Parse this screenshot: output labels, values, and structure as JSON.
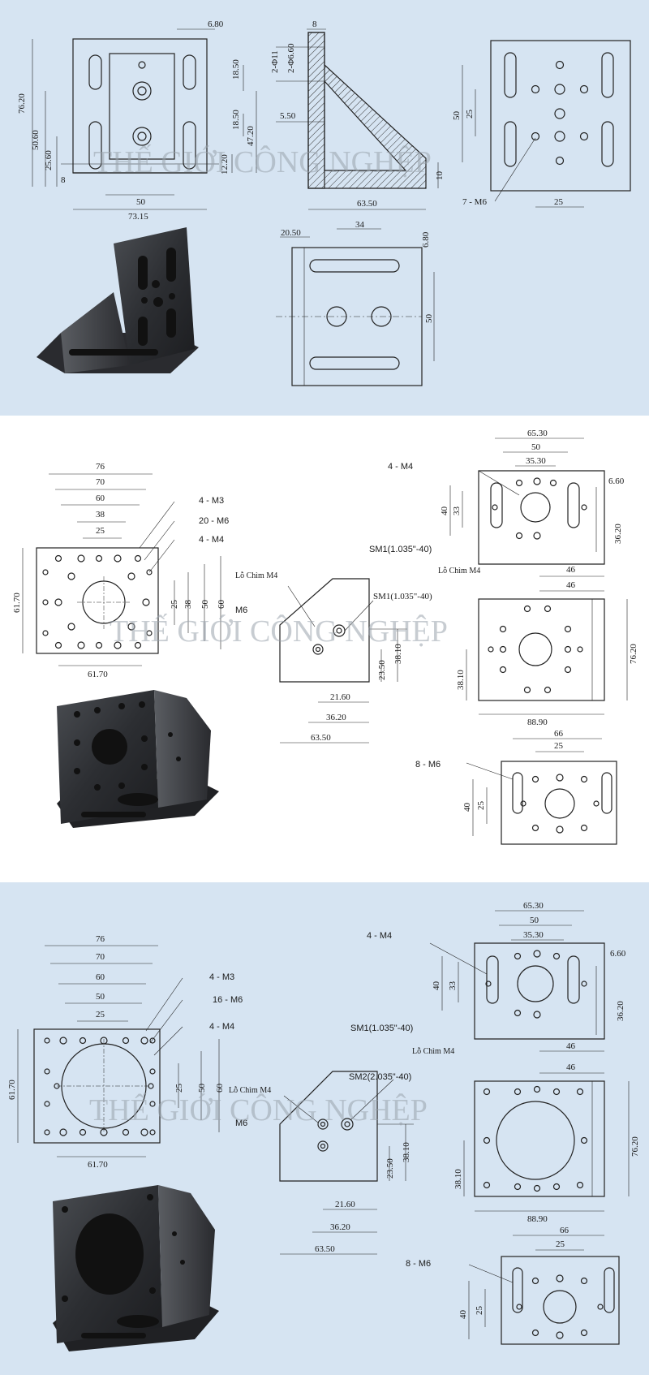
{
  "watermark": "THẾ GIỚI CÔNG NGHỆP",
  "section1": {
    "front": {
      "top_dim": "6.80",
      "height_total": "76.20",
      "height_a": "50.60",
      "height_b": "25.60",
      "height_c": "8",
      "width_inner": "50",
      "width_total": "73.15",
      "right_a": "18.50",
      "right_b": "18.50",
      "right_c": "47.20",
      "right_d": "12.20"
    },
    "side": {
      "top": "8",
      "hole_a": "2-Φ11",
      "hole_b": "2-Φ6.60",
      "left_dim": "5.50",
      "right_dim": "10",
      "bottom": "63.50"
    },
    "rear": {
      "left_a": "50",
      "left_b": "25",
      "bottom": "25",
      "callout": "7 - M6"
    },
    "top": {
      "left": "20.50",
      "top": "34",
      "right_a": "6.80",
      "right_b": "50"
    }
  },
  "section2": {
    "front": {
      "w1": "76",
      "w2": "70",
      "w3": "60",
      "w4": "38",
      "w5": "25",
      "h_left": "61.70",
      "bottom": "61.70",
      "r1": "25",
      "r2": "38",
      "r3": "50",
      "r4": "60",
      "c1": "4 - M3",
      "c2": "20 - M6",
      "c3": "4 - M4",
      "c4": "M6"
    },
    "side": {
      "lbl_a": "Lỗ Chìm M4",
      "lbl_b": "SM1(1.035\"-40)",
      "v1": "23.50",
      "v2": "38.10",
      "h1": "21.60",
      "h2": "36.20",
      "h3": "63.50"
    },
    "rtop": {
      "lbl": "4 - M4",
      "w1": "65.30",
      "w2": "50",
      "w3": "35.30",
      "v1": "40",
      "v2": "33",
      "r1": "6.60",
      "r2": "36.20",
      "lbl_sm": "SM1(1.035\"-40)",
      "lbl_lc": "Lỗ Chìm M4",
      "bottom": "46"
    },
    "rmid": {
      "top": "46",
      "left": "38.10",
      "right": "76.20",
      "bottom": "88.90"
    },
    "rbot": {
      "lbl": "8 - M6",
      "w1": "66",
      "w2": "25",
      "v1": "40",
      "v2": "25"
    }
  },
  "section3": {
    "front": {
      "w1": "76",
      "w2": "70",
      "w3": "60",
      "w4": "50",
      "w5": "25",
      "h_left": "61.70",
      "bottom": "61.70",
      "r1": "25",
      "r2": "50",
      "r3": "60",
      "c1": "4 - M3",
      "c2": "16 - M6",
      "c3": "4 - M4",
      "c4": "M6"
    },
    "side": {
      "lbl_a": "Lỗ Chìm M4",
      "lbl_b": "SM2(2.035\"-40)",
      "v1": "23.50",
      "v2": "38.10",
      "h1": "21.60",
      "h2": "36.20",
      "h3": "63.50"
    },
    "rtop": {
      "lbl": "4 - M4",
      "w1": "65.30",
      "w2": "50",
      "w3": "35.30",
      "v1": "40",
      "v2": "33",
      "r1": "6.60",
      "r2": "36.20",
      "lbl_sm": "SM1(1.035\"-40)",
      "lbl_lc": "Lỗ Chìm M4",
      "bottom": "46"
    },
    "rmid": {
      "top": "46",
      "left": "38.10",
      "right": "76.20",
      "bottom": "88.90"
    },
    "rbot": {
      "lbl": "8 - M6",
      "w1": "66",
      "w2": "25",
      "v1": "40",
      "v2": "25"
    }
  }
}
